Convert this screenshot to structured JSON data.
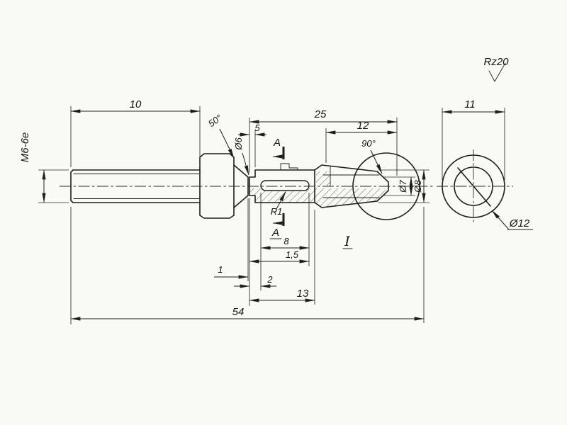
{
  "colors": {
    "paper": "#f9f9f6",
    "ink": "#1e1e1c"
  },
  "labels": {
    "dim_10": "10",
    "thread": "M6-6e",
    "angle_50": "50°",
    "dia_6": "Ø6",
    "dim_5": "5",
    "dim_25": "25",
    "section_a_top": "A",
    "dim_12": "12",
    "angle_90": "90°",
    "dia_7": "Ø7",
    "dia_8": "Ø8",
    "dim_11": "11",
    "roughness": "Rz20",
    "dia_12": "Ø12",
    "radius_r1": "R1",
    "section_a_bottom": "A",
    "dim_8": "8",
    "dim_1_5": "1,5",
    "dim_1": "1",
    "dim_2": "2",
    "dim_13": "13",
    "dim_54": "54",
    "detail_mark": "I"
  }
}
